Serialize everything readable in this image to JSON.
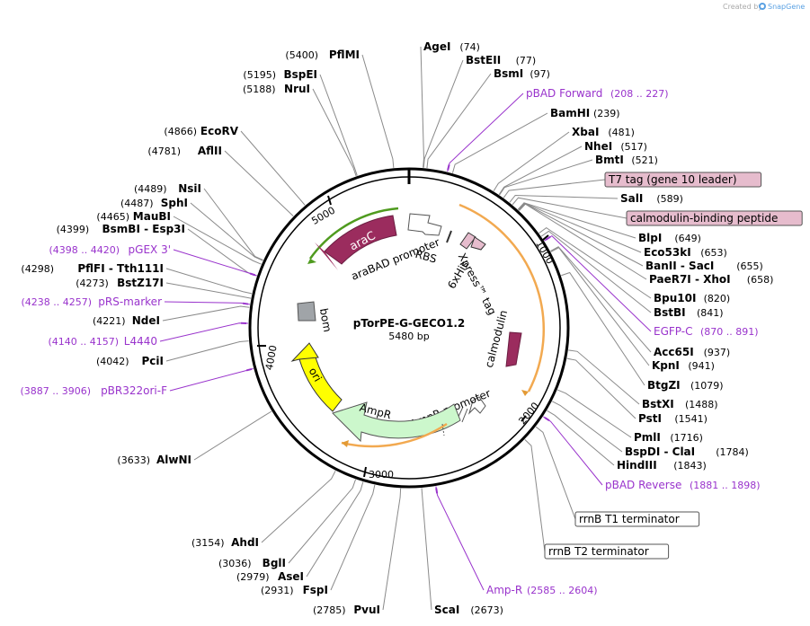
{
  "credit": {
    "created_by": "Created by",
    "app_name": "SnapGene"
  },
  "plasmid": {
    "name": "pTorPE-G-GECO1.2",
    "size": "5480 bp",
    "length": 5480
  },
  "ticks": [
    "1000",
    "2000",
    "3000",
    "4000",
    "5000"
  ],
  "colors": {
    "primer": "#9933cc",
    "misc_feature_fill": "#e6bccd",
    "tag_arrow": "#9b2c5e",
    "promoter": "#ffffff",
    "ori": "#ffff00",
    "ampr": "#ccf7cc",
    "bom": "#a0a4a8",
    "arac_outline": "#4f9b1f",
    "orf_outline": "#f2a950"
  },
  "features": [
    {
      "name": "araC",
      "type": "cds",
      "icon": "arrow-ccw"
    },
    {
      "name": "araBAD promoter",
      "type": "promoter",
      "icon": "arrow-cw"
    },
    {
      "name": "RBS",
      "type": "rbs",
      "icon": "bar"
    },
    {
      "name": "6xHis",
      "type": "tag",
      "icon": "bar"
    },
    {
      "name": "Xpress™ tag",
      "type": "tag",
      "icon": "arrow-cw"
    },
    {
      "name": "calmodulin",
      "type": "cds",
      "icon": "arrow-cw"
    },
    {
      "name": "AmpR promoter",
      "type": "promoter",
      "icon": "arrow-ccw"
    },
    {
      "name": "AmpR",
      "type": "cds",
      "icon": "arrow-ccw"
    },
    {
      "name": "ori",
      "type": "rep_origin",
      "icon": "arrow-ccw"
    },
    {
      "name": "bom",
      "type": "misc",
      "icon": "square"
    }
  ],
  "right_labels": [
    {
      "name": "AgeI",
      "pos": "(74)",
      "kind": "site",
      "order": "name-first"
    },
    {
      "name": "BstEII",
      "pos": "(77)",
      "kind": "site",
      "order": "name-first"
    },
    {
      "name": "BsmI",
      "pos": "(97)",
      "kind": "site",
      "order": "name-first"
    },
    {
      "name": "pBAD Forward",
      "pos": "(208 .. 227)",
      "kind": "primer",
      "order": "name-first"
    },
    {
      "name": "BamHI",
      "pos": "(239)",
      "kind": "site",
      "order": "name-first"
    },
    {
      "name": "XbaI",
      "pos": "(481)",
      "kind": "site",
      "order": "name-first"
    },
    {
      "name": "NheI",
      "pos": "(517)",
      "kind": "site",
      "order": "name-first"
    },
    {
      "name": "BmtI",
      "pos": "(521)",
      "kind": "site",
      "order": "name-first"
    },
    {
      "name": "T7 tag (gene 10 leader)",
      "pos": "",
      "kind": "box",
      "order": "name-first"
    },
    {
      "name": "SalI",
      "pos": "(589)",
      "kind": "site",
      "order": "name-first"
    },
    {
      "name": "calmodulin-binding peptide",
      "pos": "",
      "kind": "box",
      "order": "name-first"
    },
    {
      "name": "BlpI",
      "pos": "(649)",
      "kind": "site",
      "order": "name-first"
    },
    {
      "name": "Eco53kI",
      "pos": "(653)",
      "kind": "site",
      "order": "name-first"
    },
    {
      "name": "BanII - SacI",
      "pos": "(655)",
      "kind": "site",
      "order": "name-first"
    },
    {
      "name": "PaeR7I - XhoI",
      "pos": "(658)",
      "kind": "site",
      "order": "name-first"
    },
    {
      "name": "Bpu10I",
      "pos": "(820)",
      "kind": "site",
      "order": "name-first"
    },
    {
      "name": "BstBI",
      "pos": "(841)",
      "kind": "site",
      "order": "name-first"
    },
    {
      "name": "EGFP-C",
      "pos": "(870 .. 891)",
      "kind": "primer",
      "order": "name-first"
    },
    {
      "name": "Acc65I",
      "pos": "(937)",
      "kind": "site",
      "order": "name-first"
    },
    {
      "name": "KpnI",
      "pos": "(941)",
      "kind": "site",
      "order": "name-first"
    },
    {
      "name": "BtgZI",
      "pos": "(1079)",
      "kind": "site",
      "order": "name-first"
    },
    {
      "name": "BstXI",
      "pos": "(1488)",
      "kind": "site",
      "order": "name-first"
    },
    {
      "name": "PstI",
      "pos": "(1541)",
      "kind": "site",
      "order": "name-first"
    },
    {
      "name": "PmlI",
      "pos": "(1716)",
      "kind": "site",
      "order": "name-first"
    },
    {
      "name": "BspDI - ClaI",
      "pos": "(1784)",
      "kind": "site",
      "order": "name-first"
    },
    {
      "name": "HindIII",
      "pos": "(1843)",
      "kind": "site",
      "order": "name-first"
    },
    {
      "name": "pBAD Reverse",
      "pos": "(1881 .. 1898)",
      "kind": "primer",
      "order": "name-first"
    },
    {
      "name": "rrnB T1 terminator",
      "pos": "",
      "kind": "box-white",
      "order": "name-first"
    },
    {
      "name": "rrnB T2 terminator",
      "pos": "",
      "kind": "box-white",
      "order": "name-first"
    },
    {
      "name": "Amp-R",
      "pos": "(2585 .. 2604)",
      "kind": "primer",
      "order": "name-first"
    },
    {
      "name": "ScaI",
      "pos": "(2673)",
      "kind": "site",
      "order": "name-first"
    }
  ],
  "left_labels": [
    {
      "name": "PflMI",
      "pos": "(5400)",
      "kind": "site"
    },
    {
      "name": "BspEI",
      "pos": "(5195)",
      "kind": "site"
    },
    {
      "name": "NruI",
      "pos": "(5188)",
      "kind": "site"
    },
    {
      "name": "EcoRV",
      "pos": "(4866)",
      "kind": "site"
    },
    {
      "name": "AflII",
      "pos": "(4781)",
      "kind": "site"
    },
    {
      "name": "NsiI",
      "pos": "(4489)",
      "kind": "site"
    },
    {
      "name": "SphI",
      "pos": "(4487)",
      "kind": "site"
    },
    {
      "name": "MauBI",
      "pos": "(4465)",
      "kind": "site"
    },
    {
      "name": "BsmBI - Esp3I",
      "pos": "(4399)",
      "kind": "site"
    },
    {
      "name": "pGEX 3'",
      "pos": "(4398 .. 4420)",
      "kind": "primer"
    },
    {
      "name": "PflFI - Tth111I",
      "pos": "(4298)",
      "kind": "site"
    },
    {
      "name": "BstZ17I",
      "pos": "(4273)",
      "kind": "site"
    },
    {
      "name": "pRS-marker",
      "pos": "(4238 .. 4257)",
      "kind": "primer"
    },
    {
      "name": "NdeI",
      "pos": "(4221)",
      "kind": "site"
    },
    {
      "name": "L4440",
      "pos": "(4140 .. 4157)",
      "kind": "primer"
    },
    {
      "name": "PciI",
      "pos": "(4042)",
      "kind": "site"
    },
    {
      "name": "pBR322ori-F",
      "pos": "(3887 .. 3906)",
      "kind": "primer"
    },
    {
      "name": "AlwNI",
      "pos": "(3633)",
      "kind": "site"
    },
    {
      "name": "AhdI",
      "pos": "(3154)",
      "kind": "site"
    },
    {
      "name": "BglI",
      "pos": "(3036)",
      "kind": "site"
    },
    {
      "name": "AseI",
      "pos": "(2979)",
      "kind": "site"
    },
    {
      "name": "FspI",
      "pos": "(2931)",
      "kind": "site"
    },
    {
      "name": "PvuI",
      "pos": "(2785)",
      "kind": "site"
    }
  ]
}
